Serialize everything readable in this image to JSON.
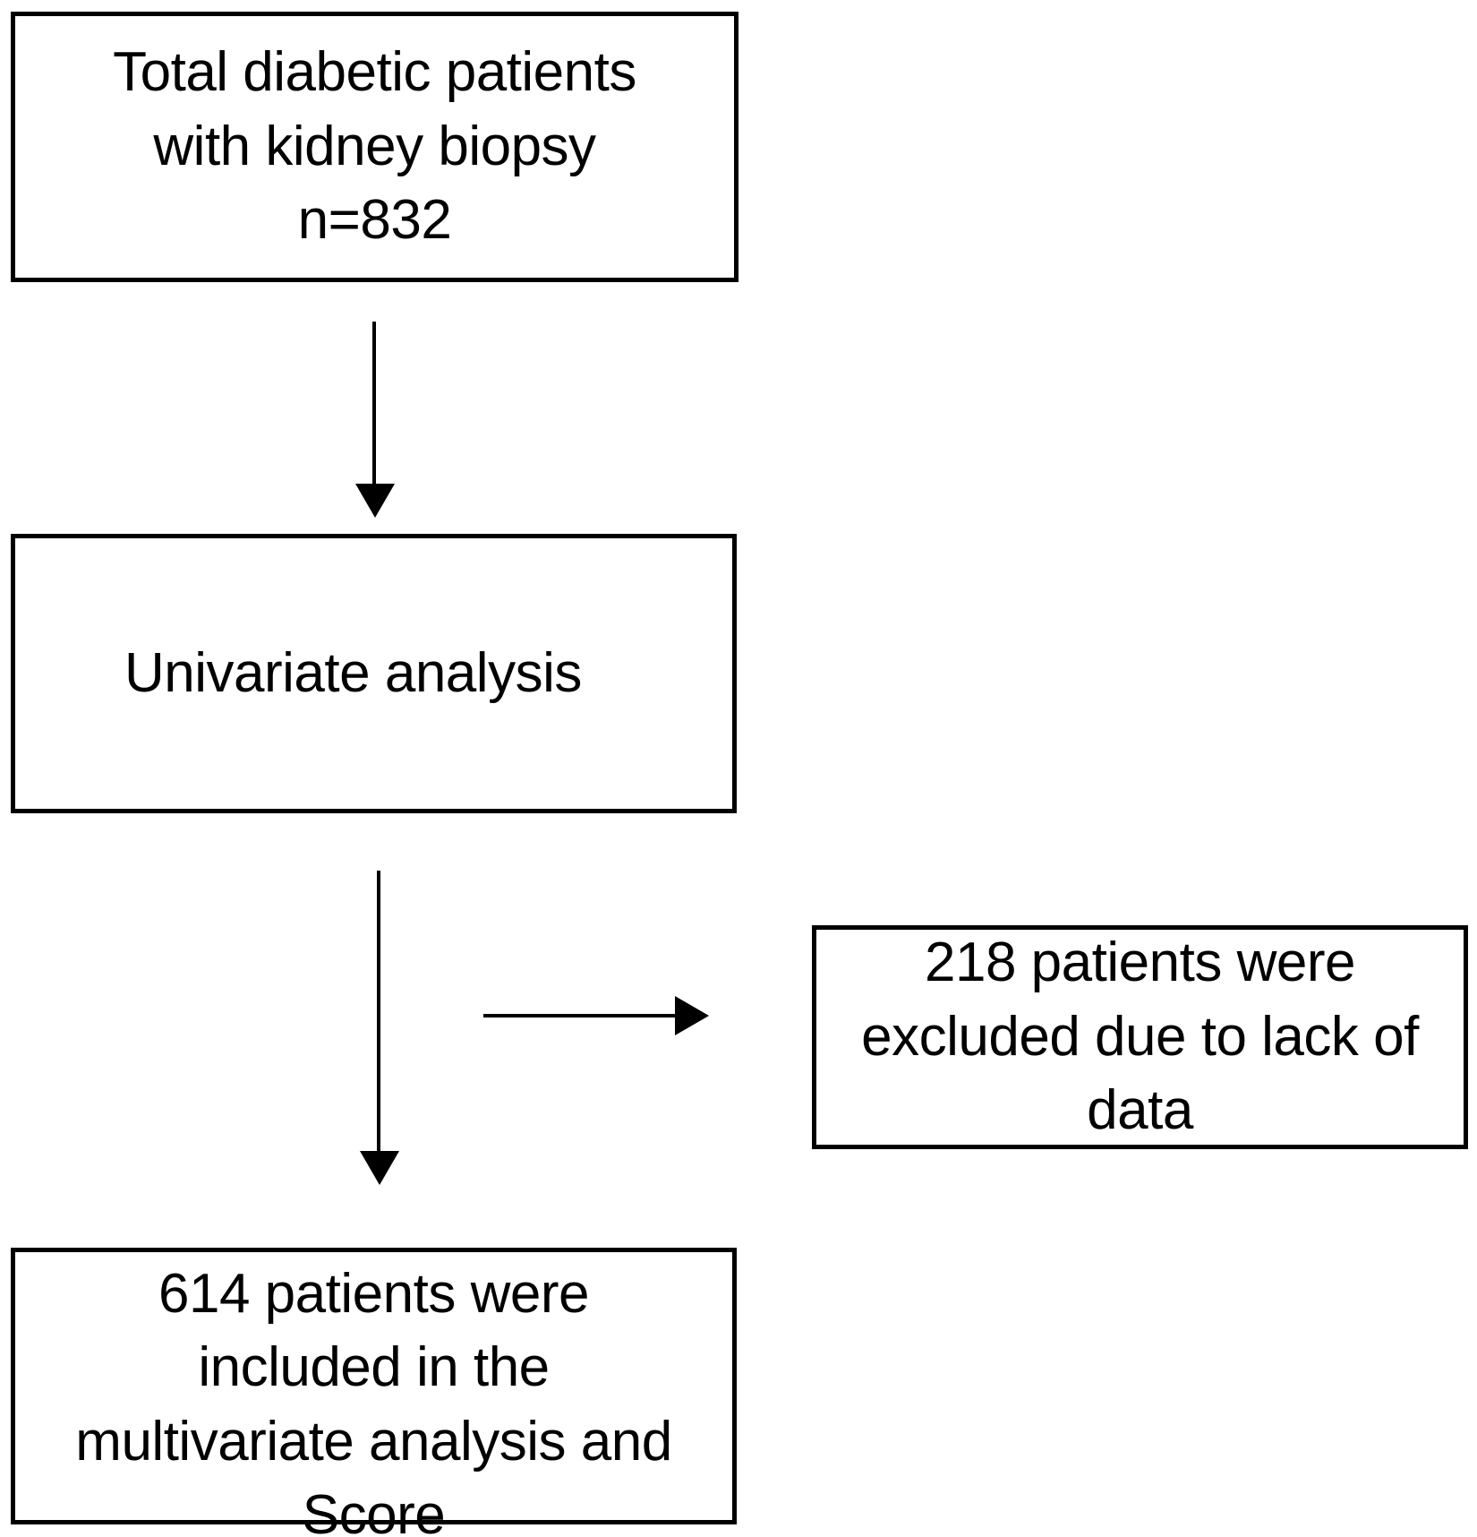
{
  "figure": {
    "type": "flowchart",
    "orientation": "top-to-bottom",
    "background_color": "#ffffff",
    "stroke_color": "#000000"
  },
  "nodes": {
    "total": {
      "id": "total-diabetic-patients",
      "text": "Total diabetic patients\nwith kidney biopsy\nn=832",
      "lines": [
        "Total diabetic patients",
        "with kidney biopsy",
        "n=832"
      ],
      "count": 832
    },
    "univariate": {
      "id": "univariate-analysis",
      "text": "Univariate analysis",
      "lines": [
        "Univariate analysis"
      ]
    },
    "excluded": {
      "id": "patients-excluded",
      "text": "218 patients were\nexcluded due to lack of\ndata",
      "lines": [
        "218 patients were",
        "excluded due to lack of",
        "data"
      ],
      "count": 218
    },
    "included": {
      "id": "patients-included",
      "text": "614 patients were\nincluded in the\nmultivariate analysis and\nScore",
      "lines": [
        "614 patients were",
        "included in the",
        "multivariate analysis and",
        "Score"
      ],
      "count": 614
    }
  },
  "connectors": [
    {
      "id": "total-to-univariate",
      "from": "total",
      "to": "univariate",
      "direction": "down",
      "label": ""
    },
    {
      "id": "univariate-to-included",
      "from": "univariate",
      "to": "included",
      "direction": "down",
      "label": ""
    },
    {
      "id": "univariate-to-excluded",
      "from": "univariate",
      "to": "excluded",
      "direction": "right",
      "label": ""
    }
  ]
}
